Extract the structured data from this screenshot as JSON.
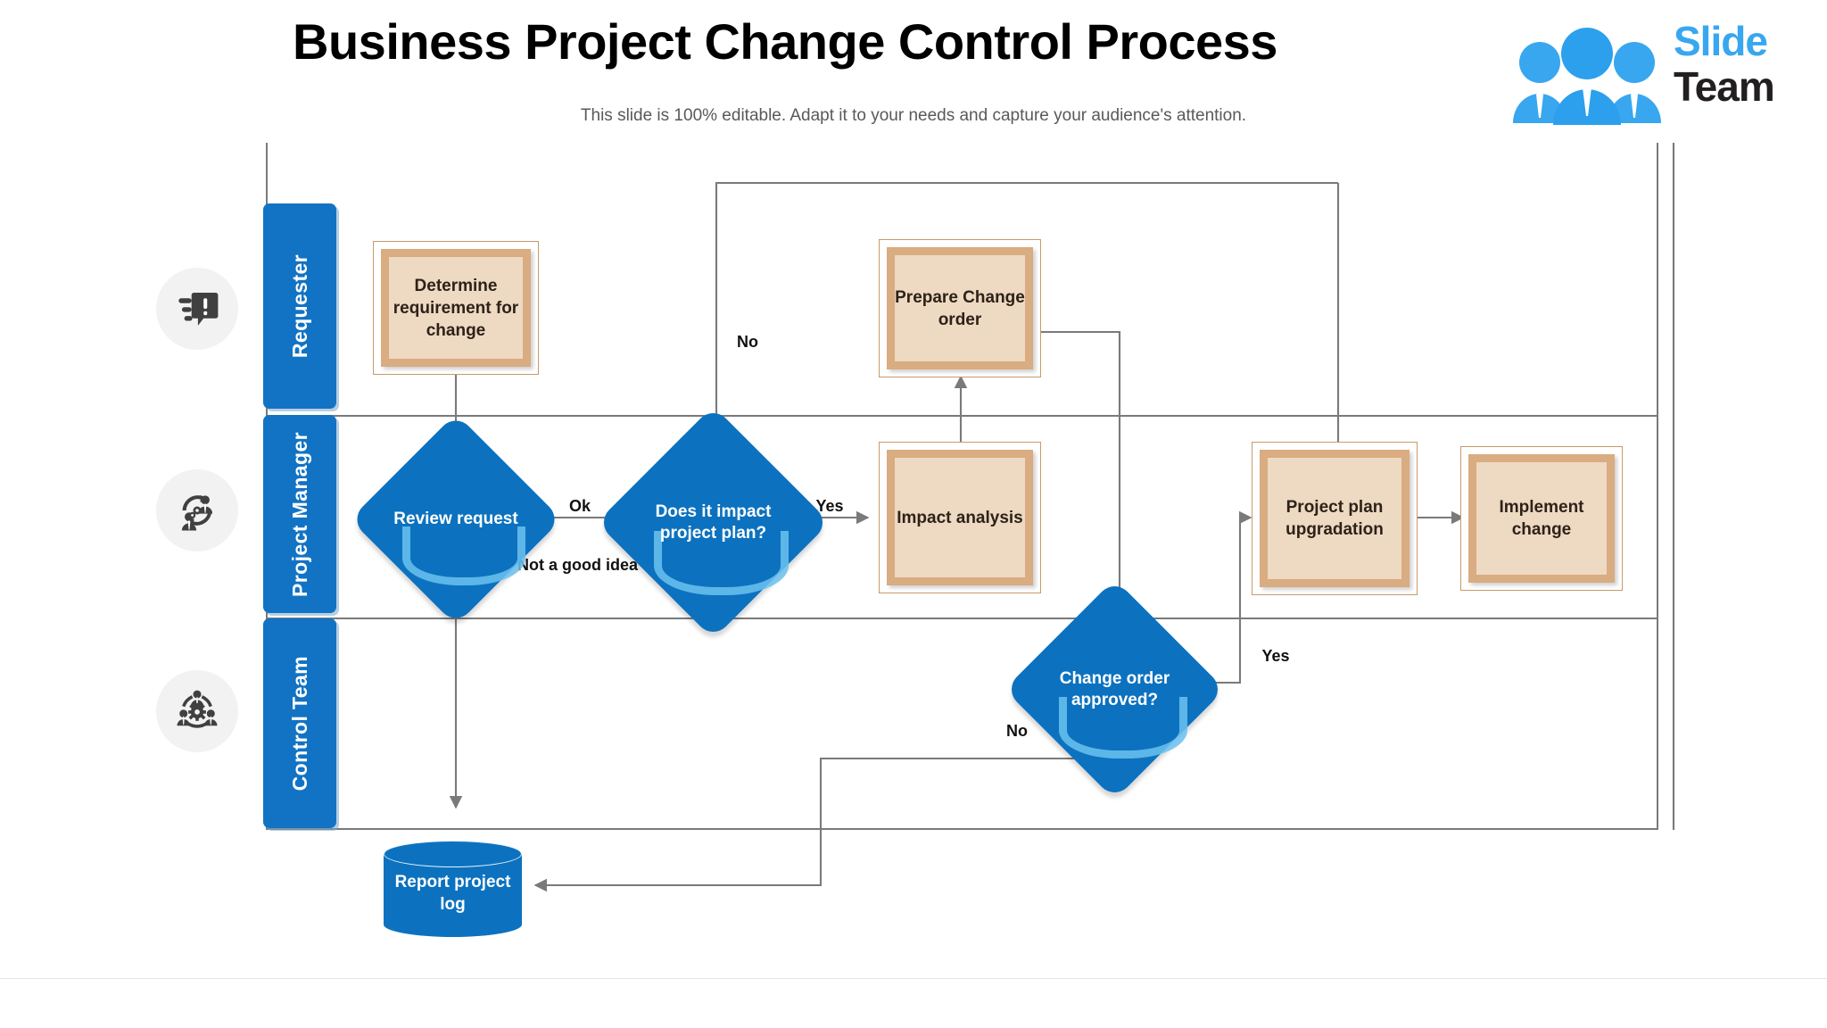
{
  "header": {
    "title": "Business Project Change Control Process",
    "subtitle": "This slide is 100% editable. Adapt it to your needs and capture your audience's attention."
  },
  "logo": {
    "word_one": "Slide",
    "word_two": "Team",
    "icon": "three-people-icon",
    "blue": "#38a7ef",
    "dark": "#231f20"
  },
  "colors": {
    "lane_blue": "#1273c4",
    "shape_blue": "#0c72bf",
    "swoosh_blue": "#6cc2f0",
    "process_outer": "#ffffff",
    "process_border": "#c89a6b",
    "process_mid": "#d9ac81",
    "process_inner": "#eed9c3",
    "connector": "#7a7a7a",
    "icon_circle": "#f2f2f2"
  },
  "lanes": [
    {
      "label": "Requester",
      "icon": "alert-message-icon"
    },
    {
      "label": "Project Manager",
      "icon": "people-gear-exchange-icon"
    },
    {
      "label": "Control Team",
      "icon": "team-gear-network-icon"
    }
  ],
  "nodes": [
    {
      "id": "determine",
      "type": "process",
      "label": "Determine requirement for change",
      "lane": "Requester"
    },
    {
      "id": "prepare",
      "type": "process",
      "label": "Prepare Change order",
      "lane": "Requester"
    },
    {
      "id": "review",
      "type": "decision",
      "label": "Review request",
      "lane": "Project Manager"
    },
    {
      "id": "impactq",
      "type": "decision",
      "label": "Does it impact project plan?",
      "lane": "Project Manager"
    },
    {
      "id": "impact",
      "type": "process",
      "label": "Impact analysis",
      "lane": "Project Manager"
    },
    {
      "id": "planupg",
      "type": "process",
      "label": "Project plan upgradation",
      "lane": "Project Manager"
    },
    {
      "id": "implement",
      "type": "process",
      "label": "Implement change",
      "lane": "Project Manager"
    },
    {
      "id": "approvedq",
      "type": "decision",
      "label": "Change order approved?",
      "lane": "Control Team"
    },
    {
      "id": "reportlog",
      "type": "cylinder",
      "label": "Report project log",
      "lane": "Control Team"
    }
  ],
  "edge_labels": [
    {
      "id": "ok",
      "text": "Ok"
    },
    {
      "id": "notagood",
      "text": "Not a good idea"
    },
    {
      "id": "yes1",
      "text": "Yes"
    },
    {
      "id": "no1",
      "text": "No"
    },
    {
      "id": "yes2",
      "text": "Yes"
    },
    {
      "id": "no2",
      "text": "No"
    }
  ]
}
